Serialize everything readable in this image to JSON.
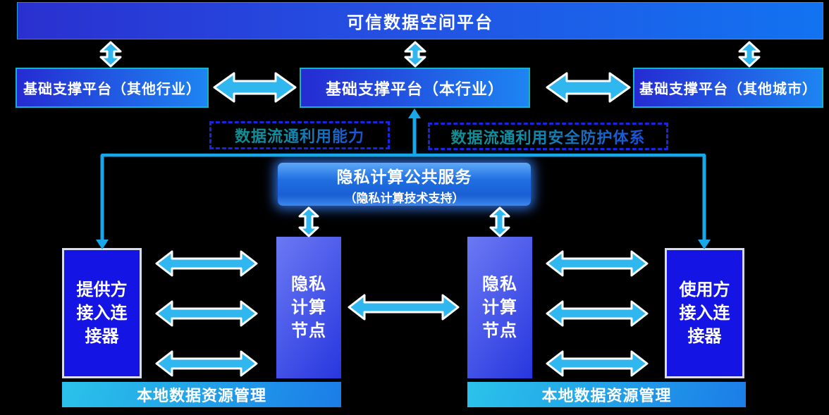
{
  "banner": {
    "label": "可信数据空间平台"
  },
  "platform_row": {
    "other_industry": "基础支撑平台（其他行业）",
    "this_industry": "基础支撑平台（本行业）",
    "other_city": "基础支撑平台（其他城市）"
  },
  "dashed_labels": {
    "capability": "数据流通利用能力",
    "security": "数据流通利用安全防护体系"
  },
  "privacy_service": {
    "title": "隐私计算公共服务",
    "subtitle": "（隐私计算技术支持）"
  },
  "provider_connector": {
    "l1": "提供方",
    "l2": "接入连",
    "l3": "接器"
  },
  "consumer_connector": {
    "l1": "使用方",
    "l2": "接入连",
    "l3": "接器"
  },
  "privacy_node_left": {
    "l1": "隐私",
    "l2": "计算",
    "l3": "节点"
  },
  "privacy_node_right": {
    "l1": "隐私",
    "l2": "计算",
    "l3": "节点"
  },
  "local_data_bar_left": {
    "label": "本地数据资源管理"
  },
  "local_data_bar_right": {
    "label": "本地数据资源管理"
  },
  "colors": {
    "background": "#000000",
    "arrow_cyan": "#30b7f0",
    "connector_line_cyan": "#18a7e9",
    "deep_blue_box": "#1414e4",
    "teal_border": "#13b5c4",
    "dashed_border_blue": "#1527e0",
    "banner_gradient_start": "#2a30cf",
    "banner_gradient_end": "#1273f0",
    "label_gradient_start": "#0f8d92",
    "label_gradient_end": "#1b50d8"
  }
}
